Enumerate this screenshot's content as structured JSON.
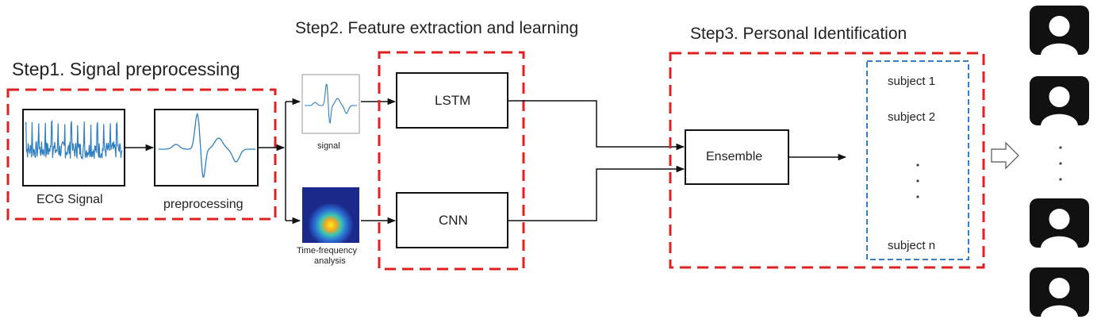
{
  "steps": {
    "step1_title": "Step1. Signal preprocessing",
    "step2_title": "Step2. Feature extraction and learning",
    "step3_title": "Step3. Personal Identification"
  },
  "step1": {
    "ecg_label": "ECG Signal",
    "preprocessing_label": "preprocessing"
  },
  "step2": {
    "signal_label": "signal",
    "tf_label_line1": "Time-frequency",
    "tf_label_line2": "analysis",
    "lstm_label": "LSTM",
    "cnn_label": "CNN"
  },
  "step3": {
    "ensemble_label": "Ensemble",
    "subjects": [
      "subject 1",
      "subject 2",
      "subject n"
    ]
  },
  "colors": {
    "dashed_red": "#e02020",
    "dashed_blue": "#3a7cc0",
    "signal_blue": "#2f7fc1",
    "icon_black": "#111111"
  },
  "icons": [
    "person-icon",
    "person-icon",
    "person-icon",
    "person-icon",
    "arrow-right-hollow-icon"
  ]
}
